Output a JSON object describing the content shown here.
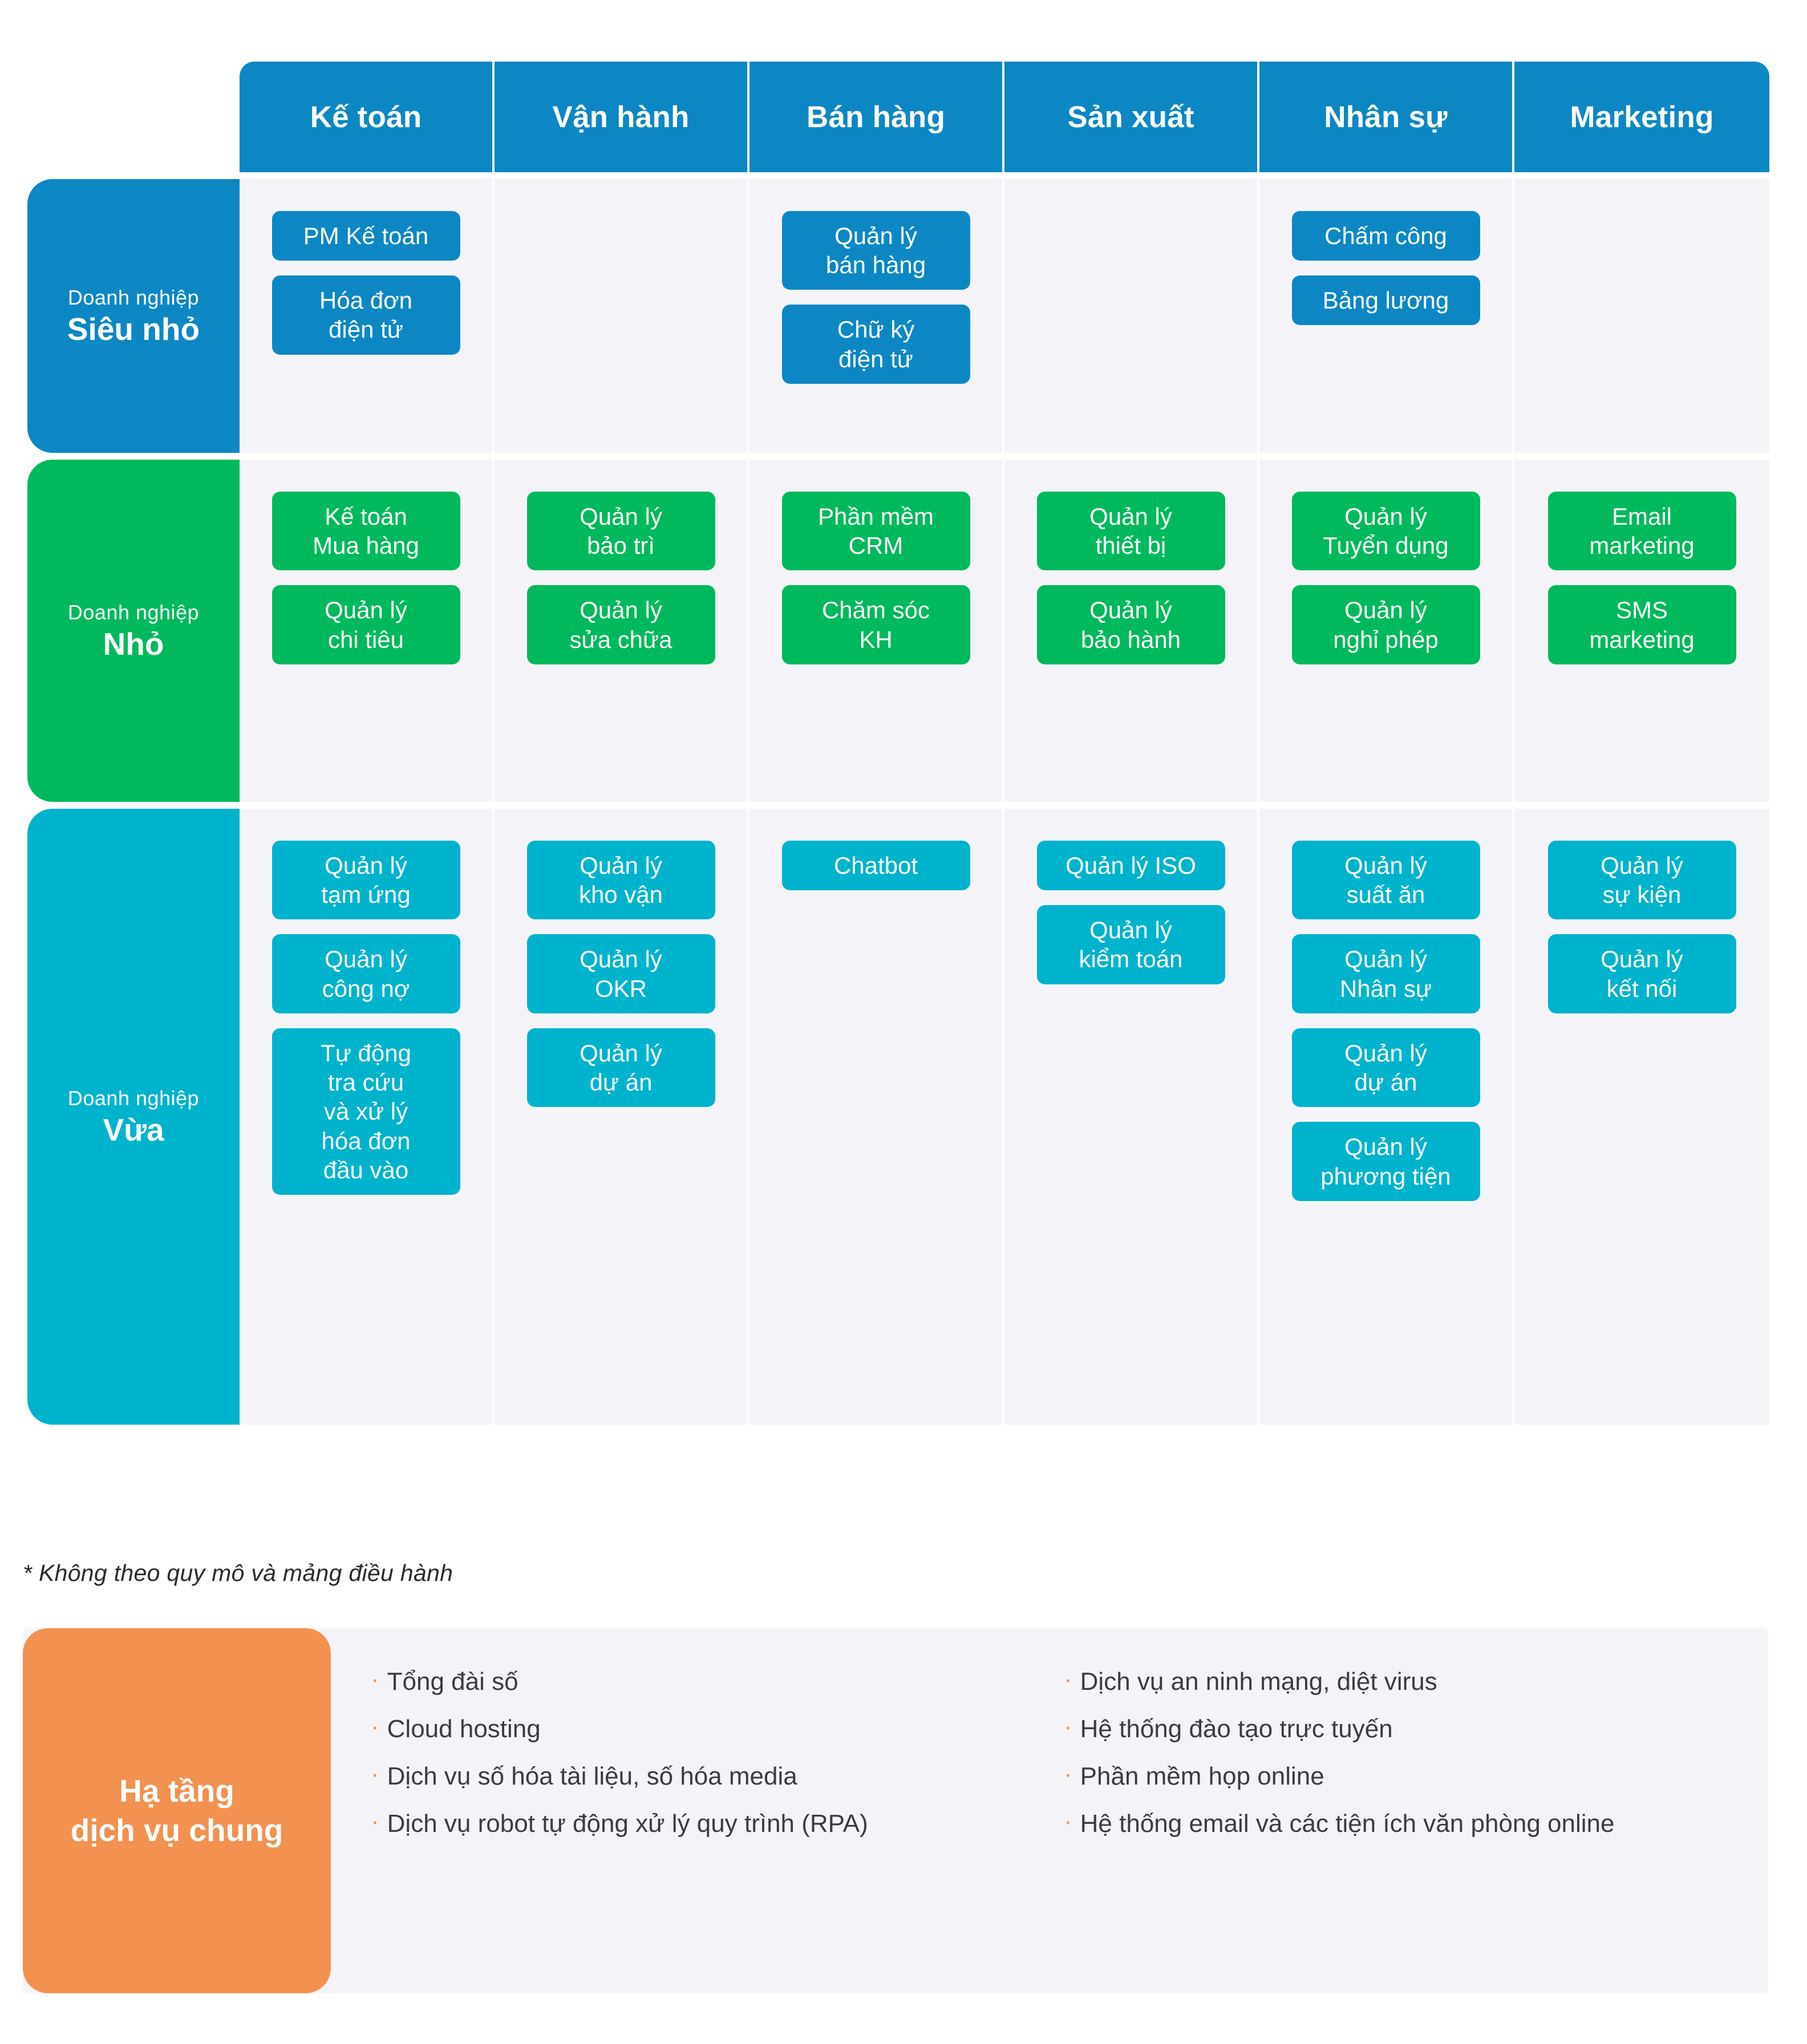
{
  "colors": {
    "micro": "#0d87c4",
    "small": "#00b95c",
    "medium": "#00b3cc",
    "infra": "#f29150",
    "cell_bg": "#f4f4f8",
    "page_bg": "#ffffff"
  },
  "matrix": {
    "columns": [
      {
        "label": "Kế toán"
      },
      {
        "label": "Vận hành"
      },
      {
        "label": "Bán hàng"
      },
      {
        "label": "Sản xuất"
      },
      {
        "label": "Nhân sự"
      },
      {
        "label": "Marketing"
      }
    ],
    "rows": [
      {
        "kicker": "Doanh nghiệp",
        "name": "Siêu nhỏ",
        "cells": [
          [
            "PM  Kế toán",
            "Hóa đơn\nđiện tử"
          ],
          [],
          [
            "Quản lý\nbán hàng",
            "Chữ ký\nđiện tử"
          ],
          [],
          [
            "Chấm công",
            "Bảng lương"
          ],
          []
        ]
      },
      {
        "kicker": "Doanh nghiệp",
        "name": "Nhỏ",
        "cells": [
          [
            "Kế toán\nMua hàng",
            "Quản lý\nchi tiêu"
          ],
          [
            "Quản lý\nbảo trì",
            "Quản lý\nsửa chữa"
          ],
          [
            "Phần mềm\nCRM",
            "Chăm sóc\nKH"
          ],
          [
            "Quản lý\nthiết bị",
            "Quản lý\nbảo hành"
          ],
          [
            "Quản lý\nTuyển dụng",
            "Quản lý\nnghỉ phép"
          ],
          [
            "Email\nmarketing",
            "SMS\nmarketing"
          ]
        ]
      },
      {
        "kicker": "Doanh nghiệp",
        "name": "Vừa",
        "cells": [
          [
            "Quản lý\ntạm ứng",
            "Quản lý\ncông nợ",
            "Tự động\ntra cứu\nvà xử lý\nhóa đơn\nđầu vào"
          ],
          [
            "Quản lý\nkho vận",
            "Quản lý\nOKR",
            "Quản lý\ndự án"
          ],
          [
            "Chatbot"
          ],
          [
            "Quản lý ISO",
            "Quản lý\nkiểm toán"
          ],
          [
            "Quản lý\nsuất ăn",
            "Quản lý\nNhân sự",
            "Quản lý\ndự án",
            "Quản lý\nphương tiện"
          ],
          [
            "Quản lý\nsự kiện",
            "Quản lý\nkết nối"
          ]
        ]
      }
    ]
  },
  "footnote": "* Không theo quy mô và mảng điều hành",
  "infrastructure": {
    "title_line1": "Hạ tầng",
    "title_line2": "dịch vụ chung",
    "columns": [
      [
        "Tổng đài số",
        "Cloud hosting",
        "Dịch vụ số hóa tài liệu, số hóa media",
        "Dịch vụ robot tự động xử lý quy trình (RPA)"
      ],
      [
        "Dịch vụ an ninh mạng, diệt virus",
        "Hệ thống đào tạo trực tuyến",
        "Phần mềm họp online",
        "Hệ thống email và các tiện ích văn phòng online"
      ]
    ],
    "bullet": "·"
  }
}
